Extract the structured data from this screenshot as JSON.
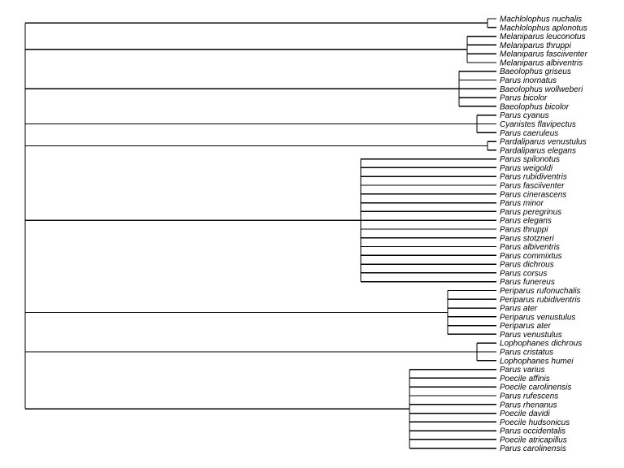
{
  "tree": {
    "clades": [
      {
        "taxa": [
          "Machlolophus nuchalis",
          "Machlolophus aplonotus"
        ]
      },
      {
        "taxa": [
          "Melaniparus leuconotus",
          "Melaniparus thruppi",
          "Melaniparus fasciiventer",
          "Melaniparus albiventris"
        ]
      },
      {
        "taxa": [
          "Baeolophus griseus",
          "Parus inornatus",
          "Baeolophus wollweberi",
          "Parus bicolor",
          "Baeolophus bicolor"
        ]
      },
      {
        "taxa": [
          "Parus cyanus",
          "Cyanistes flavipectus",
          "Parus caeruleus"
        ]
      },
      {
        "taxa": [
          "Pardaliparus venustulus",
          "Pardaliparus elegans"
        ]
      },
      {
        "taxa": [
          "Parus spilonotus",
          "Parus weigoldi",
          "Parus rubidiventris",
          "Parus fasciiventer",
          "Parus cinerascens",
          "Parus minor",
          "Parus peregrinus",
          "Parus elegans",
          "Parus thruppi",
          "Parus stotzneri",
          "Parus albiventris",
          "Parus commixtus",
          "Parus dichrous",
          "Parus corsus",
          "Parus funereus"
        ]
      },
      {
        "taxa": [
          "Periparus rufonuchalis",
          "Periparus rubidiventris",
          "Parus ater",
          "Periparus venustulus",
          "Periparus ater",
          "Parus venustulus"
        ]
      },
      {
        "taxa": [
          "Lophophanes dichrous",
          "Parus cristatus",
          "Lophophanes humei"
        ]
      },
      {
        "taxa": [
          "Parus varius",
          "Poecile affinis",
          "Poecile carolinensis",
          "Parus rufescens",
          "Parus rhenanus",
          "Poecile davidi",
          "Poecile hudsonicus",
          "Parus occidentalis",
          "Poecile atricapillus",
          "Parus carolinensis"
        ]
      }
    ]
  }
}
